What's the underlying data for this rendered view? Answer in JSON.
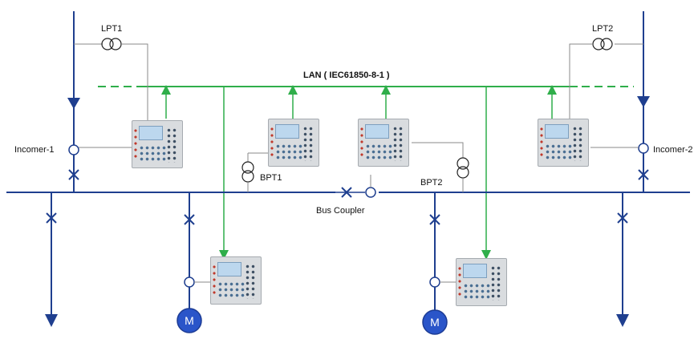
{
  "labels": {
    "lpt1": "LPT1",
    "lpt2": "LPT2",
    "lan": "LAN ( IEC61850-8-1 )",
    "incomer1": "Incomer-1",
    "incomer2": "Incomer-2",
    "bpt1": "BPT1",
    "bpt2": "BPT2",
    "bus_coupler": "Bus Coupler",
    "motor1": "M",
    "motor2": "M"
  },
  "colors": {
    "bus": "#1f3f8f",
    "lan": "#2fae4a",
    "wire": "#8a8a8a",
    "motor_fill": "#2a55c9"
  },
  "icons": [
    "transformer-icon",
    "current-transformer-icon",
    "breaker-icon",
    "relay-icon",
    "motor-icon",
    "arrow-down-icon"
  ]
}
